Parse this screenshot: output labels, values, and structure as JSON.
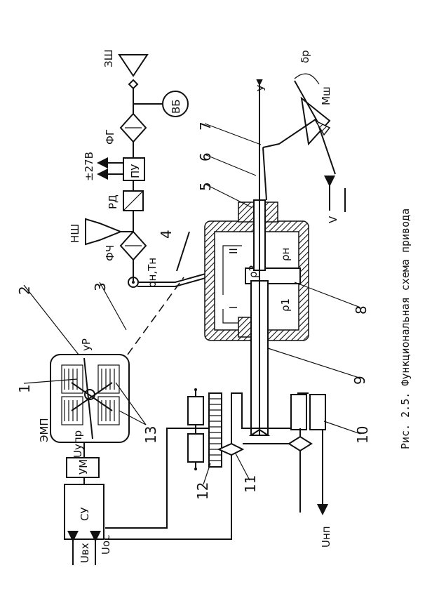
{
  "figure": {
    "caption": "Рис. 2.5. Функциональная схема привода"
  },
  "blocks": {
    "su": "СУ",
    "um": "УМ",
    "emp": "ЭМП",
    "pu": "ПУ",
    "rd": "РД",
    "fg": "ФГ",
    "fch": "ФЧ",
    "vb": "ВБ",
    "zsh": "ЗШ",
    "nsh": "НШ"
  },
  "signals": {
    "u_upr": "Uупр",
    "u_vkh": "Uвх",
    "u_os": "Uос",
    "u_np": "Uнп",
    "supply": "±27В",
    "y_r": "уР",
    "pn_tn": "ρн,Тн",
    "p_n": "ρн",
    "p_1": "ρ1",
    "p_2": "ρ2",
    "chamber_1": "I",
    "chamber_2": "II",
    "axis_y": "У",
    "velocity": "V",
    "delta_r": "δр",
    "m_sh": "Мш"
  },
  "callouts": [
    "1",
    "2",
    "3",
    "4",
    "5",
    "6",
    "7",
    "8",
    "9",
    "10",
    "11",
    "12",
    "13"
  ]
}
